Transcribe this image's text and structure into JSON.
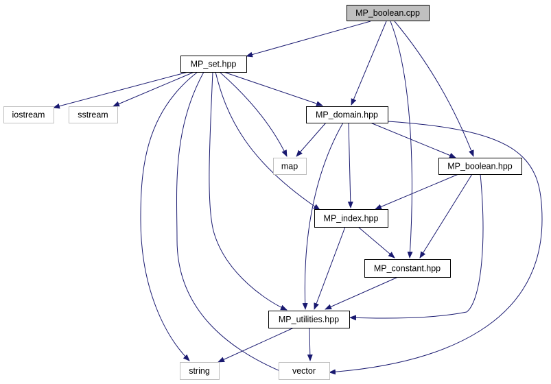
{
  "graph": {
    "nodes": [
      {
        "id": "mp_boolean_cpp",
        "label": "MP_boolean.cpp",
        "kind": "root"
      },
      {
        "id": "mp_set_hpp",
        "label": "MP_set.hpp",
        "kind": "file"
      },
      {
        "id": "iostream",
        "label": "iostream",
        "kind": "external"
      },
      {
        "id": "sstream",
        "label": "sstream",
        "kind": "external"
      },
      {
        "id": "mp_domain_hpp",
        "label": "MP_domain.hpp",
        "kind": "file"
      },
      {
        "id": "map",
        "label": "map",
        "kind": "external"
      },
      {
        "id": "mp_boolean_hpp",
        "label": "MP_boolean.hpp",
        "kind": "file"
      },
      {
        "id": "mp_index_hpp",
        "label": "MP_index.hpp",
        "kind": "file"
      },
      {
        "id": "mp_constant_hpp",
        "label": "MP_constant.hpp",
        "kind": "file"
      },
      {
        "id": "mp_utilities_hpp",
        "label": "MP_utilities.hpp",
        "kind": "file"
      },
      {
        "id": "string",
        "label": "string",
        "kind": "external"
      },
      {
        "id": "vector",
        "label": "vector",
        "kind": "external"
      }
    ],
    "edges": [
      {
        "from": "mp_boolean_cpp",
        "to": "mp_set_hpp"
      },
      {
        "from": "mp_boolean_cpp",
        "to": "mp_domain_hpp"
      },
      {
        "from": "mp_boolean_cpp",
        "to": "mp_constant_hpp"
      },
      {
        "from": "mp_boolean_cpp",
        "to": "mp_boolean_hpp"
      },
      {
        "from": "mp_set_hpp",
        "to": "iostream"
      },
      {
        "from": "mp_set_hpp",
        "to": "sstream"
      },
      {
        "from": "mp_set_hpp",
        "to": "mp_domain_hpp"
      },
      {
        "from": "mp_set_hpp",
        "to": "map"
      },
      {
        "from": "mp_set_hpp",
        "to": "mp_index_hpp"
      },
      {
        "from": "mp_set_hpp",
        "to": "mp_utilities_hpp"
      },
      {
        "from": "mp_set_hpp",
        "to": "string"
      },
      {
        "from": "mp_set_hpp",
        "to": "vector"
      },
      {
        "from": "mp_domain_hpp",
        "to": "map"
      },
      {
        "from": "mp_domain_hpp",
        "to": "mp_boolean_hpp"
      },
      {
        "from": "mp_domain_hpp",
        "to": "mp_index_hpp"
      },
      {
        "from": "mp_domain_hpp",
        "to": "mp_utilities_hpp"
      },
      {
        "from": "mp_domain_hpp",
        "to": "vector"
      },
      {
        "from": "mp_boolean_hpp",
        "to": "mp_index_hpp"
      },
      {
        "from": "mp_boolean_hpp",
        "to": "mp_constant_hpp"
      },
      {
        "from": "mp_boolean_hpp",
        "to": "mp_utilities_hpp"
      },
      {
        "from": "mp_index_hpp",
        "to": "mp_constant_hpp"
      },
      {
        "from": "mp_index_hpp",
        "to": "mp_utilities_hpp"
      },
      {
        "from": "mp_constant_hpp",
        "to": "mp_utilities_hpp"
      },
      {
        "from": "mp_utilities_hpp",
        "to": "string"
      },
      {
        "from": "mp_utilities_hpp",
        "to": "vector"
      }
    ]
  },
  "colors": {
    "edge": "#191970",
    "root_fill": "#bfbfbf",
    "file_fill": "#ffffff",
    "file_border": "#000000",
    "external_border": "#bfbfbf",
    "background": "#ffffff"
  }
}
